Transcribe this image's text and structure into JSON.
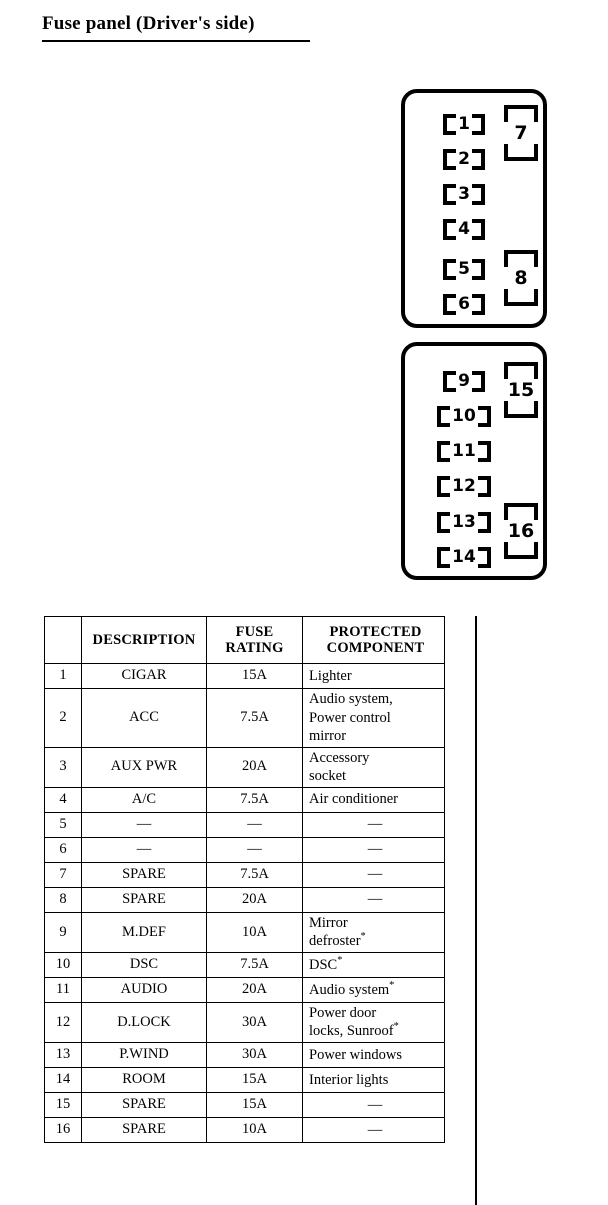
{
  "title": "Fuse panel (Driver's side)",
  "diagram": {
    "upper_box": {
      "small_fuses": [
        "1",
        "2",
        "3",
        "4",
        "5",
        "6"
      ],
      "large_fuses": [
        "7",
        "8"
      ]
    },
    "lower_box": {
      "small_fuses": [
        "9",
        "10",
        "11",
        "12",
        "13",
        "14"
      ],
      "large_fuses": [
        "15",
        "16"
      ]
    }
  },
  "table": {
    "headers": {
      "number": "",
      "description": "DESCRIPTION",
      "rating": "FUSE RATING",
      "rating_line1": "FUSE",
      "rating_line2": "RATING",
      "component": "PROTECTED COMPONENT",
      "component_line1": "PROTECTED",
      "component_line2": "COMPONENT"
    },
    "rows": [
      {
        "num": "1",
        "description": "CIGAR",
        "rating": "15A",
        "component": "Lighter",
        "component_lines": [
          "Lighter"
        ],
        "asterisk": false
      },
      {
        "num": "2",
        "description": "ACC",
        "rating": "7.5A",
        "component": "Audio system, Power control mirror",
        "component_lines": [
          "Audio system,",
          "Power control",
          "mirror"
        ],
        "asterisk": false
      },
      {
        "num": "3",
        "description": "AUX PWR",
        "rating": "20A",
        "component": "Accessory socket",
        "component_lines": [
          "Accessory",
          "socket"
        ],
        "asterisk": false
      },
      {
        "num": "4",
        "description": "A/C",
        "rating": "7.5A",
        "component": "Air conditioner",
        "component_lines": [
          "Air conditioner"
        ],
        "asterisk": false
      },
      {
        "num": "5",
        "description": "—",
        "rating": "—",
        "component": "—",
        "component_lines": [
          "—"
        ],
        "asterisk": false
      },
      {
        "num": "6",
        "description": "—",
        "rating": "—",
        "component": "—",
        "component_lines": [
          "—"
        ],
        "asterisk": false
      },
      {
        "num": "7",
        "description": "SPARE",
        "rating": "7.5A",
        "component": "—",
        "component_lines": [
          "—"
        ],
        "asterisk": false
      },
      {
        "num": "8",
        "description": "SPARE",
        "rating": "20A",
        "component": "—",
        "component_lines": [
          "—"
        ],
        "asterisk": false
      },
      {
        "num": "9",
        "description": "M.DEF",
        "rating": "10A",
        "component": "Mirror defroster*",
        "component_lines": [
          "Mirror",
          "defroster"
        ],
        "asterisk": true
      },
      {
        "num": "10",
        "description": "DSC",
        "rating": "7.5A",
        "component": "DSC*",
        "component_lines": [
          "DSC"
        ],
        "asterisk": true
      },
      {
        "num": "11",
        "description": "AUDIO",
        "rating": "20A",
        "component": "Audio system*",
        "component_lines": [
          "Audio system"
        ],
        "asterisk": true
      },
      {
        "num": "12",
        "description": "D.LOCK",
        "rating": "30A",
        "component": "Power door locks, Sunroof*",
        "component_lines": [
          "Power door",
          "locks, Sunroof"
        ],
        "asterisk": true
      },
      {
        "num": "13",
        "description": "P.WIND",
        "rating": "30A",
        "component": "Power windows",
        "component_lines": [
          "Power windows"
        ],
        "asterisk": false
      },
      {
        "num": "14",
        "description": "ROOM",
        "rating": "15A",
        "component": "Interior lights",
        "component_lines": [
          "Interior lights"
        ],
        "asterisk": false
      },
      {
        "num": "15",
        "description": "SPARE",
        "rating": "15A",
        "component": "—",
        "component_lines": [
          "—"
        ],
        "asterisk": false
      },
      {
        "num": "16",
        "description": "SPARE",
        "rating": "10A",
        "component": "—",
        "component_lines": [
          "—"
        ],
        "asterisk": false
      }
    ]
  },
  "colors": {
    "ink": "#000000",
    "paper": "#ffffff"
  }
}
